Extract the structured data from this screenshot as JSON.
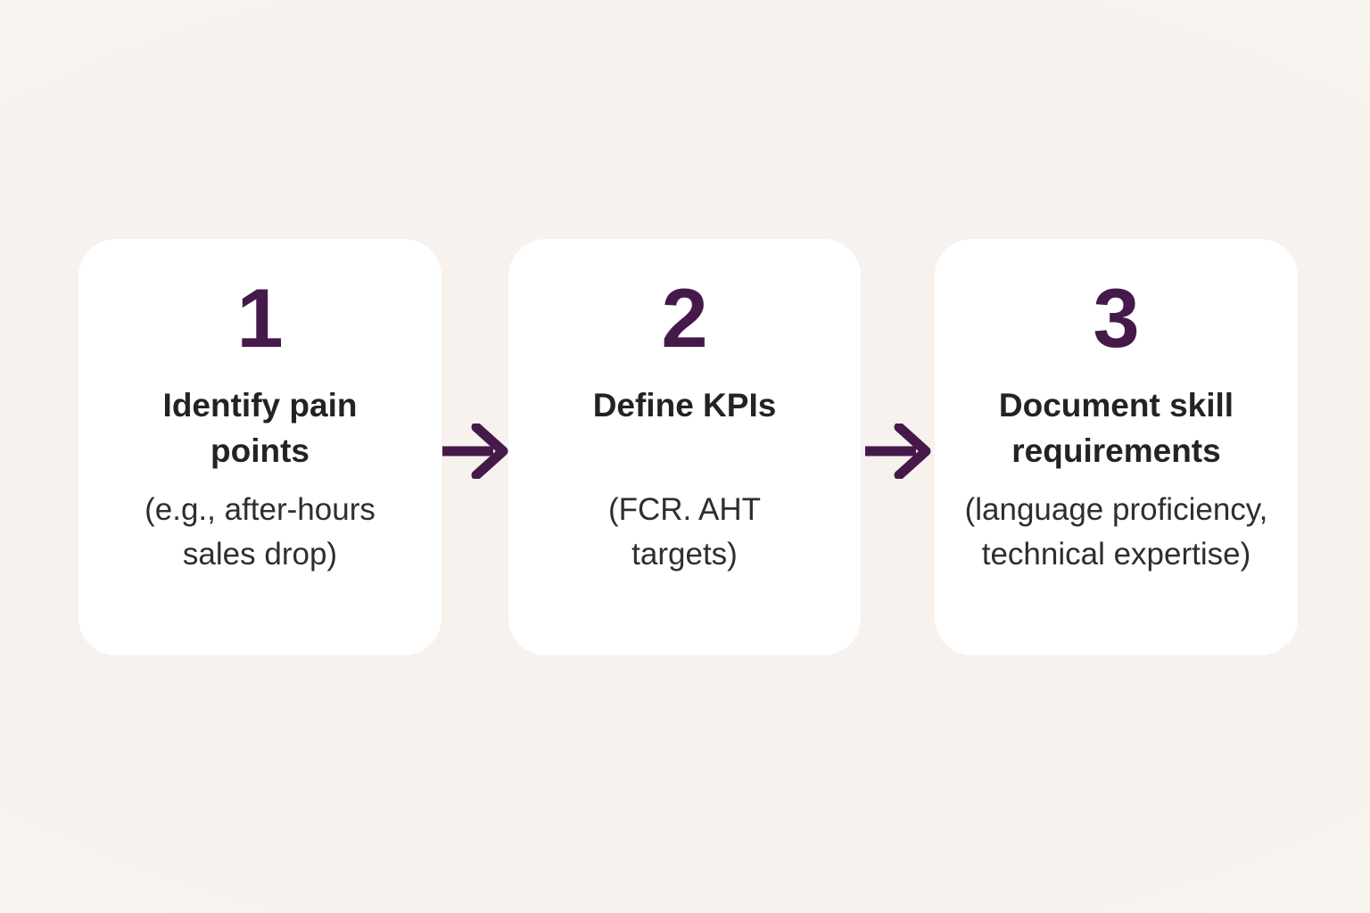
{
  "page": {
    "colors": {
      "background": "#f7f2ed",
      "background_edge": "#fdfcfa",
      "card": "#ffffff",
      "accent": "#451a4a",
      "title_text": "#232323",
      "subtitle_text": "#2e2e2e"
    }
  },
  "steps": [
    {
      "number": "1",
      "title": "Identify pain points",
      "subtitle": "(e.g., after-hours sales drop)"
    },
    {
      "number": "2",
      "title": "Define KPIs",
      "subtitle": "(FCR. AHT targets)"
    },
    {
      "number": "3",
      "title": "Document skill requirements",
      "subtitle": "(language proficiency, technical expertise)"
    }
  ],
  "arrows": [
    {
      "name": "arrow-step-1-to-2",
      "direction": "right"
    },
    {
      "name": "arrow-step-2-to-3",
      "direction": "right"
    }
  ]
}
